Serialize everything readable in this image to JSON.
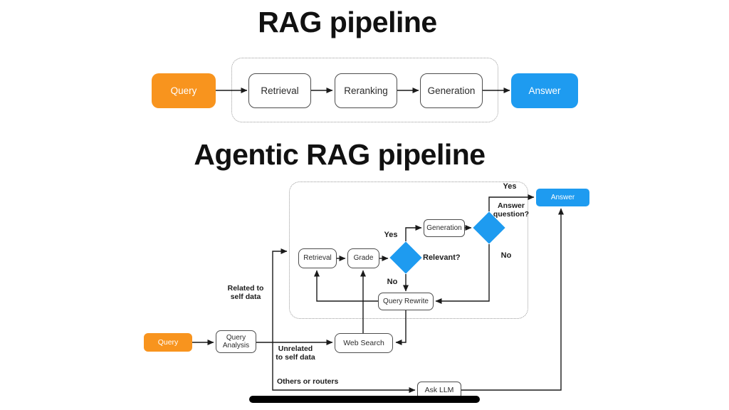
{
  "colors": {
    "query_orange": "#F8941E",
    "answer_blue": "#1E9BF0",
    "diamond_blue": "#1E9BF0",
    "box_border": "#4d4d4d",
    "dotted_border": "#9b9b9b",
    "line": "#1a1a1a"
  },
  "rag": {
    "title": "RAG pipeline",
    "query": "Query",
    "steps": [
      "Retrieval",
      "Reranking",
      "Generation"
    ],
    "answer": "Answer"
  },
  "agentic": {
    "title": "Agentic RAG pipeline",
    "nodes": {
      "query": "Query",
      "query_analysis": "Query Analysis",
      "retrieval": "Retrieval",
      "grade": "Grade",
      "generation": "Generation",
      "query_rewrite": "Query Rewrite",
      "web_search": "Web Search",
      "ask_llm": "Ask LLM",
      "answer": "Answer"
    },
    "labels": {
      "relevant": "Relevant?",
      "answer_question": "Answer question?",
      "yes_relevant": "Yes",
      "no_relevant": "No",
      "yes_answer": "Yes",
      "no_answer": "No",
      "related": "Related to self data",
      "unrelated": "Unrelated to self data",
      "others": "Others or routers"
    }
  }
}
